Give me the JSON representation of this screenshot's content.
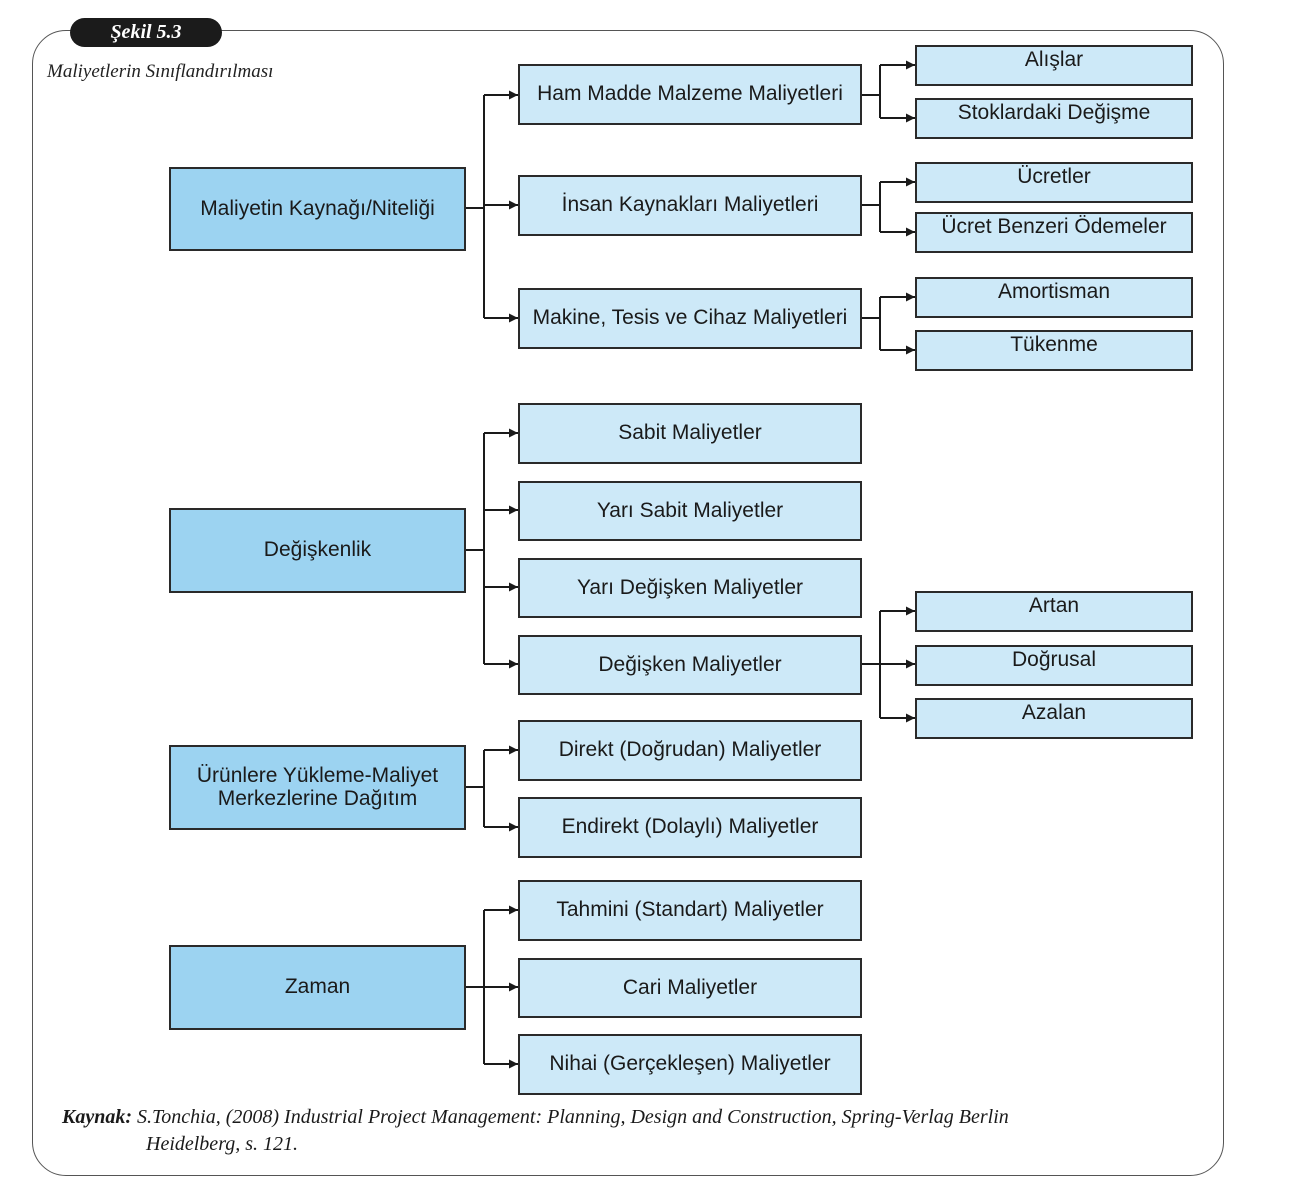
{
  "figure": {
    "label": "Şekil 5.3",
    "subtitle": "Maliyetlerin Sınıflandırılması"
  },
  "colors": {
    "primary_box": "#9cd3f1",
    "secondary_box": "#cde9f8",
    "border": "#2a2a2a",
    "badge": "#1b1b1b"
  },
  "groups": [
    {
      "label": "Maliyetin Kaynağı/Niteliği",
      "children": [
        {
          "label": "Ham Madde Malzeme Maliyetleri",
          "children": [
            "Alışlar",
            "Stoklardaki Değişme"
          ]
        },
        {
          "label": "İnsan Kaynakları Maliyetleri",
          "children": [
            "Ücretler",
            "Ücret Benzeri Ödemeler"
          ]
        },
        {
          "label": "Makine, Tesis ve Cihaz Maliyetleri",
          "children": [
            "Amortisman",
            "Tükenme"
          ]
        }
      ]
    },
    {
      "label": "Değişkenlik",
      "children": [
        {
          "label": "Sabit Maliyetler",
          "children": []
        },
        {
          "label": "Yarı Sabit Maliyetler",
          "children": []
        },
        {
          "label": "Yarı Değişken Maliyetler",
          "children": []
        },
        {
          "label": "Değişken Maliyetler",
          "children": [
            "Artan",
            "Doğrusal",
            "Azalan"
          ]
        }
      ]
    },
    {
      "label": "Ürünlere Yükleme-Maliyet Merkezlerine Dağıtım",
      "children": [
        {
          "label": "Direkt (Doğrudan) Maliyetler",
          "children": []
        },
        {
          "label": "Endirekt (Dolaylı) Maliyetler",
          "children": []
        }
      ]
    },
    {
      "label": "Zaman",
      "children": [
        {
          "label": "Tahmini (Standart) Maliyetler",
          "children": []
        },
        {
          "label": "Cari Maliyetler",
          "children": []
        },
        {
          "label": "Nihai (Gerçekleşen) Maliyetler",
          "children": []
        }
      ]
    }
  ],
  "source": {
    "label": "Kaynak:",
    "line1": " S.Tonchia, (2008) Industrial Project Management: Planning, Design and Construction, Spring-Verlag Berlin",
    "line2": "Heidelberg, s. 121."
  }
}
